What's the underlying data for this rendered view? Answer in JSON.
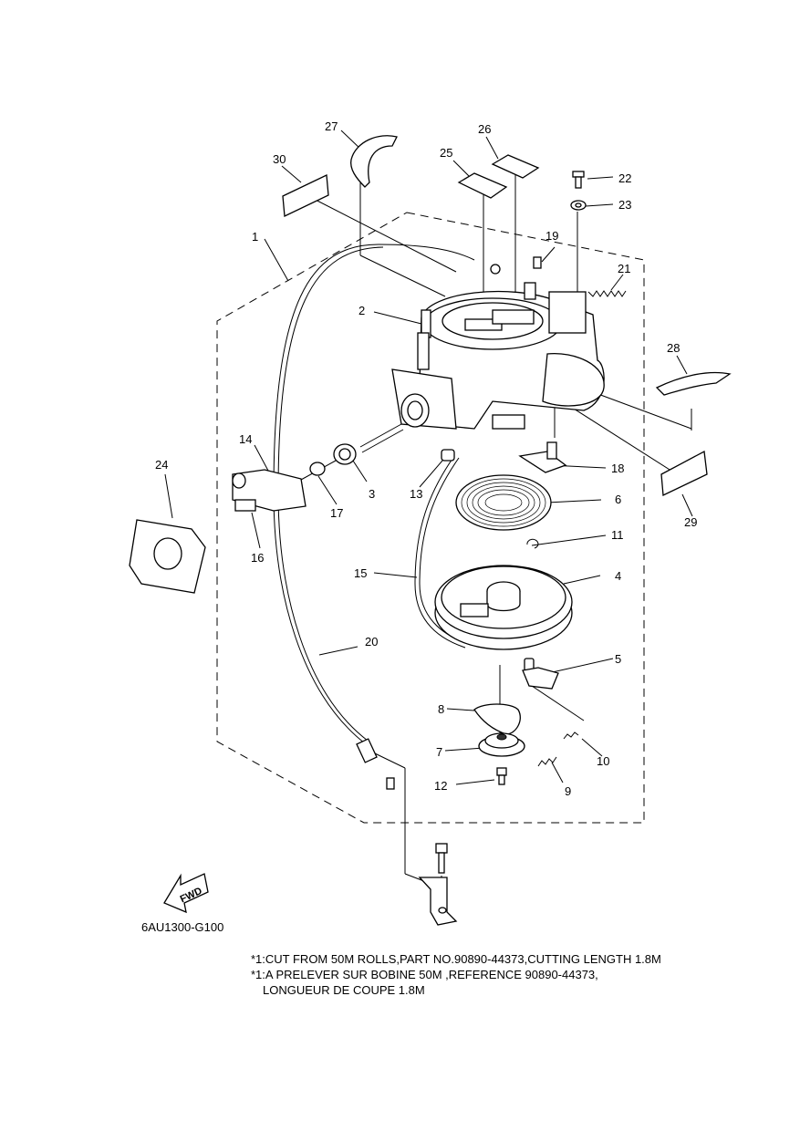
{
  "diagram_code": "6AU1300-G100",
  "fwd_arrow_label": "FWD",
  "callouts": [
    {
      "id": "c1",
      "text": "1"
    },
    {
      "id": "c2",
      "text": "2"
    },
    {
      "id": "c3",
      "text": "3"
    },
    {
      "id": "c4",
      "text": "4"
    },
    {
      "id": "c5",
      "text": "5"
    },
    {
      "id": "c6",
      "text": "6"
    },
    {
      "id": "c7",
      "text": "7"
    },
    {
      "id": "c8",
      "text": "8"
    },
    {
      "id": "c9",
      "text": "9"
    },
    {
      "id": "c10",
      "text": "10"
    },
    {
      "id": "c11",
      "text": "11"
    },
    {
      "id": "c12",
      "text": "12"
    },
    {
      "id": "c13",
      "text": "13"
    },
    {
      "id": "c14",
      "text": "14"
    },
    {
      "id": "c15",
      "text": "15"
    },
    {
      "id": "c16",
      "text": "16"
    },
    {
      "id": "c17",
      "text": "17"
    },
    {
      "id": "c18",
      "text": "18"
    },
    {
      "id": "c19",
      "text": "19"
    },
    {
      "id": "c20",
      "text": "20"
    },
    {
      "id": "c21",
      "text": "21"
    },
    {
      "id": "c22",
      "text": "22"
    },
    {
      "id": "c23",
      "text": "23"
    },
    {
      "id": "c24",
      "text": "24"
    },
    {
      "id": "c25",
      "text": "25"
    },
    {
      "id": "c26",
      "text": "26"
    },
    {
      "id": "c27",
      "text": "27"
    },
    {
      "id": "c28",
      "text": "28"
    },
    {
      "id": "c29",
      "text": "29"
    },
    {
      "id": "c30",
      "text": "30"
    }
  ],
  "notes": [
    "*1:CUT FROM 50M ROLLS,PART NO.90890-44373,CUTTING LENGTH 1.8M",
    "*1:A PRELEVER SUR BOBINE 50M ,REFERENCE 90890-44373,",
    "LONGUEUR DE COUPE 1.8M"
  ]
}
